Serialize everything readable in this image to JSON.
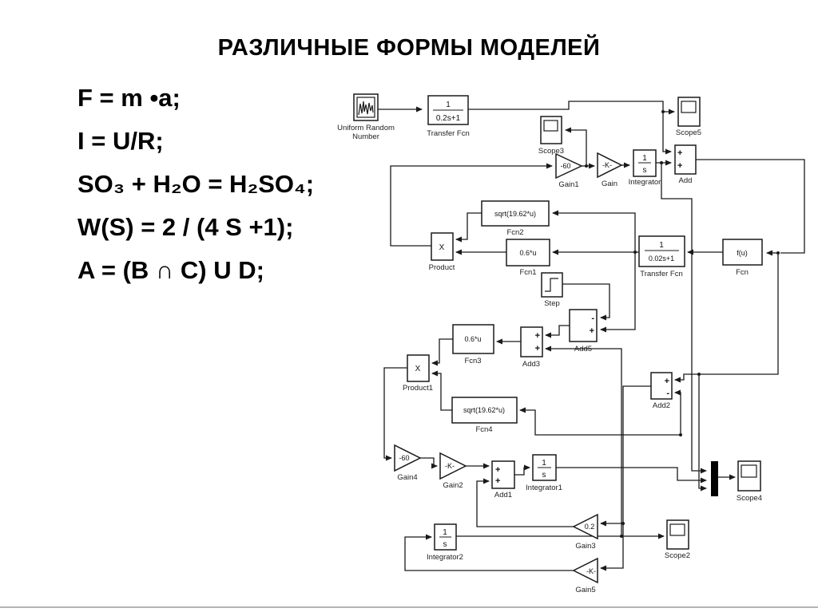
{
  "title": "РАЗЛИЧНЫЕ ФОРМЫ МОДЕЛЕЙ",
  "formulas": [
    "F = m •a;",
    "I = U/R;",
    "SO₃ + H₂O = H₂SO₄;",
    "W(S) = 2 / (4 S +1);",
    "A = (B ∩ C) U D;"
  ],
  "diagram": {
    "blocks": {
      "urn": {
        "label1": "Uniform Random",
        "label2": "Number"
      },
      "tf1": {
        "num": "1",
        "den": "0.2s+1",
        "label": "Transfer Fcn"
      },
      "scope3": {
        "label": "Scope3"
      },
      "scope5": {
        "label": "Scope5"
      },
      "gain1": {
        "value": "-60",
        "label": "Gain1"
      },
      "gain": {
        "value": "-K-",
        "label": "Gain"
      },
      "integrator": {
        "num": "1",
        "den": "s",
        "label": "Integrator"
      },
      "add": {
        "signs": [
          "+",
          "+"
        ],
        "label": "Add"
      },
      "fcn2": {
        "expr": "sqrt(19.62*u)",
        "label": "Fcn2"
      },
      "fcn1": {
        "expr": "0.6*u",
        "label": "Fcn1"
      },
      "product": {
        "symbol": "X",
        "label": "Product"
      },
      "step": {
        "label": "Step"
      },
      "tf2": {
        "num": "1",
        "den": "0.02s+1",
        "label": "Transfer Fcn"
      },
      "fcn": {
        "expr": "f(u)",
        "label": "Fcn"
      },
      "add5": {
        "signs": [
          "-",
          "+"
        ],
        "label": "Add5"
      },
      "add3": {
        "signs": [
          "+",
          "+"
        ],
        "label": "Add3"
      },
      "fcn3": {
        "expr": "0.6*u",
        "label": "Fcn3"
      },
      "product1": {
        "symbol": "X",
        "label": "Product1"
      },
      "fcn4": {
        "expr": "sqrt(19.62*u)",
        "label": "Fcn4"
      },
      "add2": {
        "signs": [
          "+",
          "-"
        ],
        "label": "Add2"
      },
      "gain4": {
        "value": "-60",
        "label": "Gain4"
      },
      "gain2": {
        "value": "-K-",
        "label": "Gain2"
      },
      "add1": {
        "signs": [
          "+",
          "+"
        ],
        "label": "Add1"
      },
      "integrator1": {
        "num": "1",
        "den": "s",
        "label": "Integrator1"
      },
      "scope4": {
        "label": "Scope4"
      },
      "integrator2": {
        "num": "1",
        "den": "s",
        "label": "Integrator2"
      },
      "gain3": {
        "value": "0.2",
        "label": "Gain3"
      },
      "gain5": {
        "value": "-K-",
        "label": "Gain5"
      },
      "scope2": {
        "label": "Scope2"
      }
    }
  }
}
